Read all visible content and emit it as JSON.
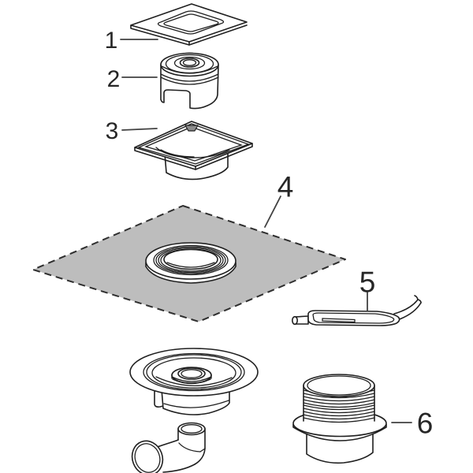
{
  "diagram": {
    "type": "exploded-parts-diagram",
    "colors": {
      "background": "#ffffff",
      "line": "#1f1f1f",
      "leader_line": "#414141",
      "membrane_fill": "#bdbdbd",
      "corner_notch_fill": "#8c8c8c"
    },
    "parts": [
      {
        "number": "1",
        "item": "square-cover-plate"
      },
      {
        "number": "2",
        "item": "siphon-insert"
      },
      {
        "number": "3",
        "item": "square-frame-with-bowl"
      },
      {
        "number": "4",
        "item": "sealing-membrane-with-threaded-collar"
      },
      {
        "number": "5",
        "item": "mounting-hook-tool"
      },
      {
        "number": "6",
        "item": "threaded-extension-adapter"
      },
      {
        "number": "",
        "item": "drain-body-with-elbow-outlet"
      }
    ]
  }
}
